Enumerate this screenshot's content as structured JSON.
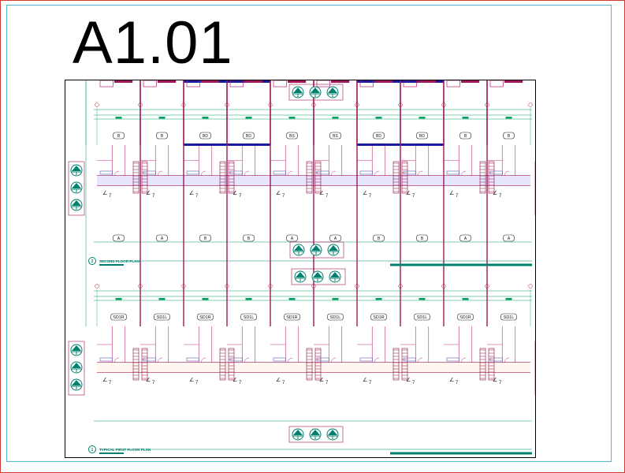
{
  "sheet": {
    "number": "A1.01"
  },
  "views": [
    {
      "number": "2",
      "title": "SECOND FLOOR PLAN",
      "units_top": [
        "B",
        "B",
        "BD",
        "BD",
        "BS",
        "BS",
        "BD",
        "BD",
        "B",
        "B"
      ],
      "units_bottom": [
        "A",
        "A",
        "B",
        "B",
        "A",
        "A",
        "B",
        "B",
        "A",
        "A"
      ]
    },
    {
      "number": "1",
      "title": "TYPICAL FIRST FLOOR PLAN",
      "units_top": [
        "SD1R",
        "SD1L",
        "SD1R",
        "SD1L",
        "SD1R",
        "SD1L",
        "SD1R",
        "SD1L",
        "SD1R",
        "SD1L"
      ]
    }
  ],
  "colors": {
    "frame_red": "#d23a3a",
    "frame_cyan": "#4fb8d8",
    "dimension_green": "#00a060",
    "wall_magenta": "#a0185a",
    "wall_blue": "#1a1aa0",
    "teal": "#00806e"
  }
}
